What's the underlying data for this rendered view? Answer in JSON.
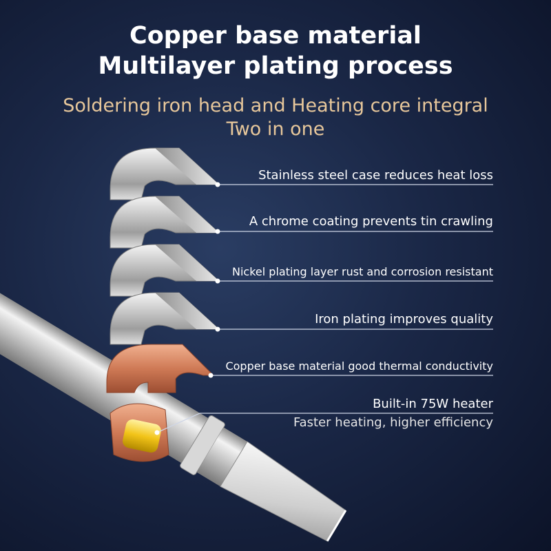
{
  "heading": {
    "line1": "Copper base material",
    "line2": "Multilayer plating process"
  },
  "subheading": {
    "line1": "Soldering iron head and Heating core integral",
    "line2": "Two in one"
  },
  "layers": [
    {
      "label": "Stainless steel case reduces heat loss",
      "material": "stainless-steel"
    },
    {
      "label": "A chrome coating prevents tin crawling",
      "material": "chrome"
    },
    {
      "label": "Nickel plating layer rust and corrosion resistant",
      "material": "nickel"
    },
    {
      "label": "Iron plating improves quality",
      "material": "iron"
    },
    {
      "label": "Copper base material good thermal conductivity",
      "material": "copper"
    }
  ],
  "heater": {
    "label": "Built-in 75W heater",
    "sublabel": "Faster heating, higher efficiency"
  },
  "colors": {
    "title": "#ffffff",
    "subtitle": "#e7c79b",
    "copper": "#d07a55",
    "heater": "#f2c419",
    "background": "#16213d"
  }
}
